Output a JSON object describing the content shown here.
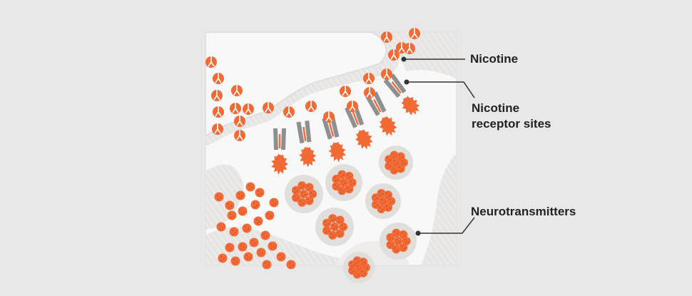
{
  "labels": {
    "nicotine": "Nicotine",
    "receptor_line1": "Nicotine",
    "receptor_line2": "receptor sites",
    "neurotransmitters": "Neurotransmitters"
  },
  "colors": {
    "background": "#e8e8e8",
    "panel": "#f9f8f8",
    "membrane": "#e5e3e1",
    "nicotine": "#f26a35",
    "receptor": "#8f8f8f",
    "neurotransmitter": "#f26a35",
    "vesicle": "#e1dfdc",
    "leader": "#333333"
  }
}
